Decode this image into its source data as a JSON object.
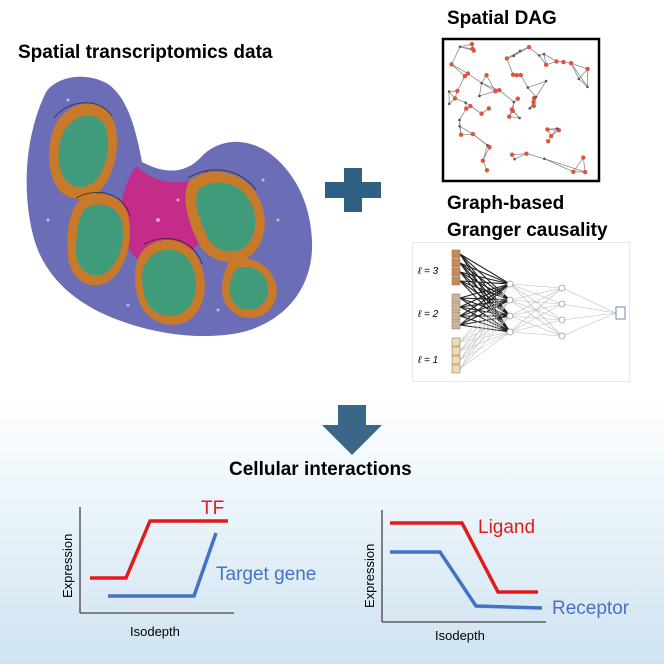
{
  "titles": {
    "spatial_data": "Spatial transcriptomics data",
    "spatial_dag": "Spatial DAG",
    "granger_line1": "Graph-based",
    "granger_line2": "Granger causality",
    "cellular": "Cellular interactions"
  },
  "nn_layers": [
    {
      "label": "ℓ = 3",
      "color": "#c88a55"
    },
    {
      "label": "ℓ = 2",
      "color": "#c9b59c"
    },
    {
      "label": "ℓ = 1",
      "color": "#ecdcb0"
    }
  ],
  "plot_left": {
    "xlabel": "Isodepth",
    "ylabel": "Expression",
    "series": [
      {
        "name": "TF",
        "color": "#e31a1c"
      },
      {
        "name": "Target gene",
        "color": "#4472c4"
      }
    ]
  },
  "plot_right": {
    "xlabel": "Isodepth",
    "ylabel": "Expression",
    "series": [
      {
        "name": "Ligand",
        "color": "#e31a1c"
      },
      {
        "name": "Receptor",
        "color": "#4472c4"
      }
    ]
  },
  "colors": {
    "plus": "#2f5f82",
    "arrow": "#3a6688",
    "tissue_blue": "#6b6db7",
    "tissue_orange": "#c87a2a",
    "tissue_green": "#3f9b7a",
    "tissue_magenta": "#c42c8a",
    "dag_node": "#e0533c"
  }
}
